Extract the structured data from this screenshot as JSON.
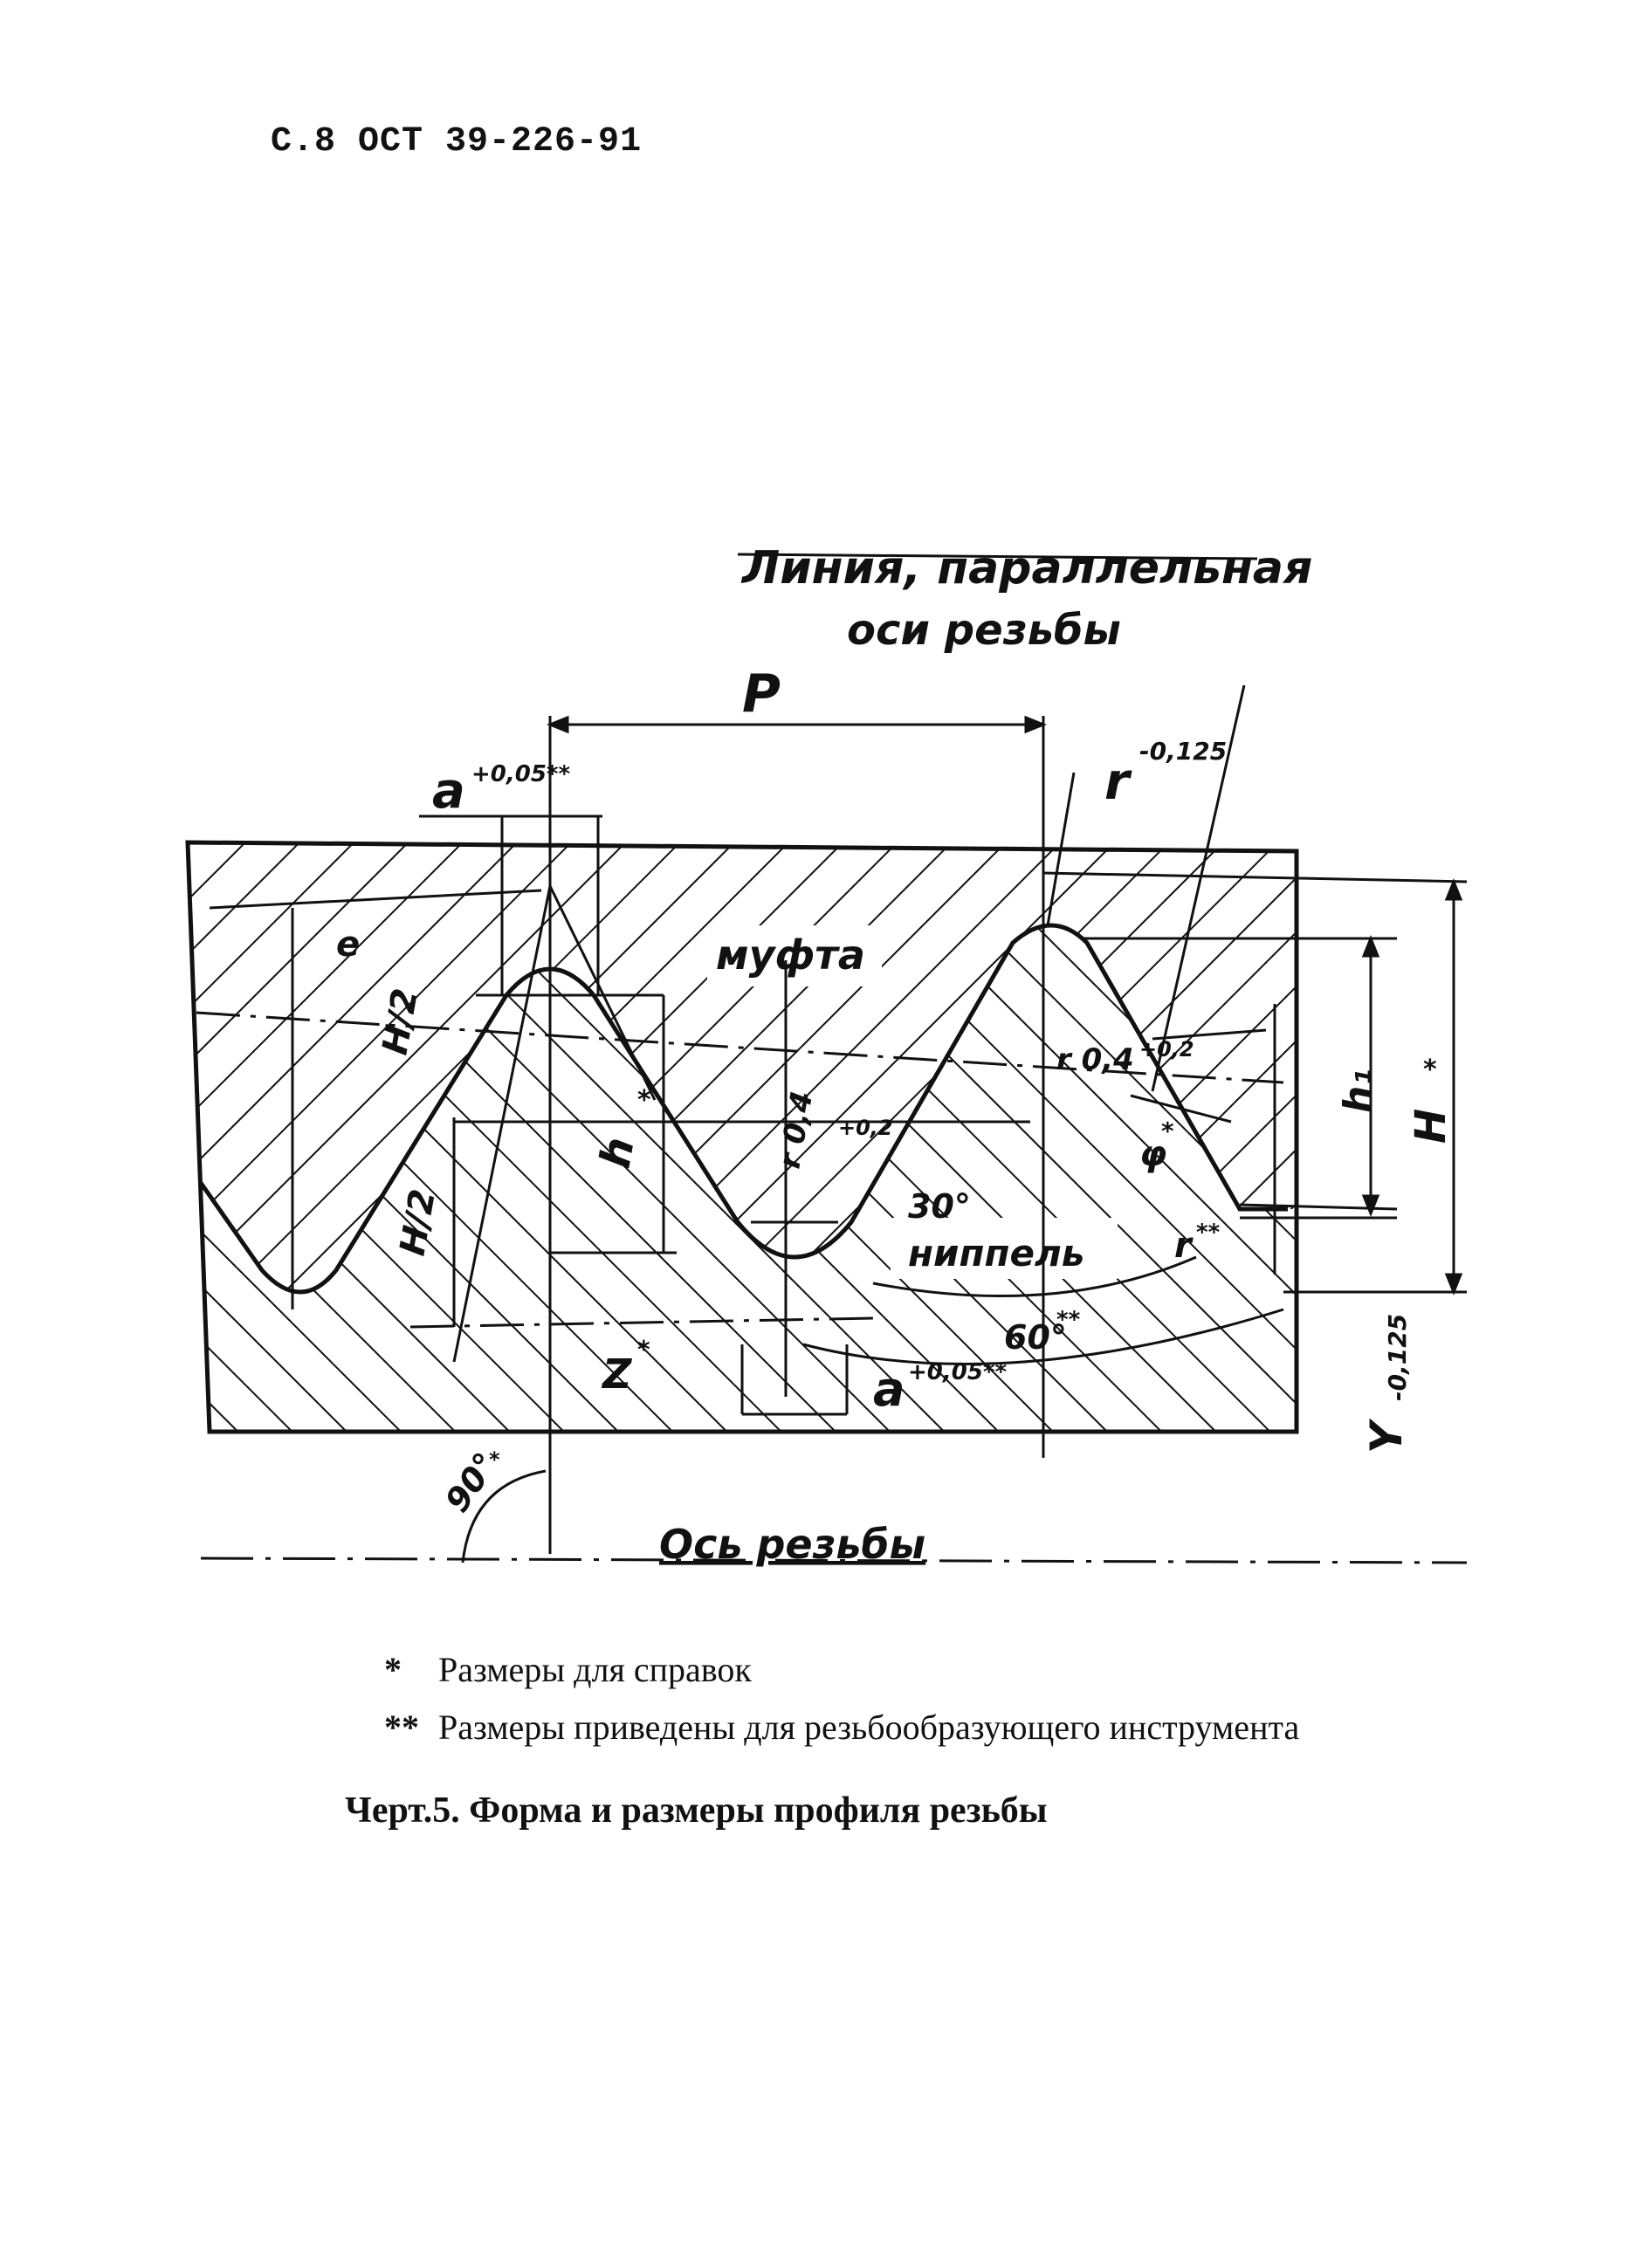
{
  "header": {
    "page_ref": "С.8 ОСТ 39-226-91"
  },
  "drawing": {
    "callout_line1": "Линия, параллельная",
    "callout_line2": "оси резьбы",
    "pitch": "P",
    "a_top": "a",
    "a_top_tol": "+0,05**",
    "r_top": "r",
    "r_top_tol": "-0,125",
    "e": "e",
    "coupling": "муфта",
    "h_half_top": "H/2",
    "h_half_bottom": "H/2",
    "h_star": "h",
    "h_star_mark": "*",
    "r04_left": "r 0,4",
    "r04_left_tol": "+0,2",
    "r04_right": "r 0,4",
    "r04_right_tol": "+0,2",
    "angle_30": "30°",
    "phi": "φ",
    "phi_mark": "*",
    "h1": "h₁",
    "H_star": "H",
    "H_star_mark": "*",
    "nipple": "ниппель",
    "r_star": "r",
    "r_star_mark": "**",
    "angle_60": "60°",
    "angle_60_mark": "**",
    "z_star": "Z",
    "z_star_mark": "*",
    "a_bottom": "a",
    "a_bottom_tol": "+0,05**",
    "y_tol": "Y",
    "y_tol_val": "-0,125",
    "angle_90": "90°",
    "angle_90_mark": "*",
    "axis_label": "Ось резьбы"
  },
  "notes": [
    {
      "mark": "*",
      "text": "Размеры для справок"
    },
    {
      "mark": "**",
      "text": "Размеры приведены для резьбообразующего инструмента"
    }
  ],
  "caption": "Черт.5. Форма и размеры профиля резьбы"
}
